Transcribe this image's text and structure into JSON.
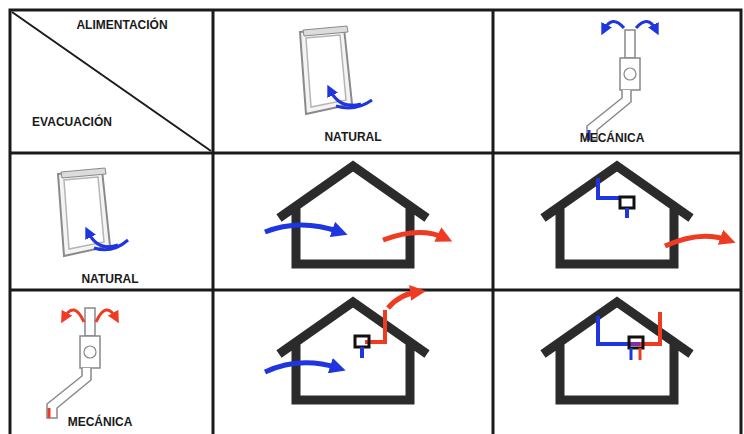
{
  "diagram": {
    "labels": [
      "ALIMENTACIÓN",
      "EVACUACIÓN",
      "NATURAL",
      "MECÁNICA",
      "NATURAL",
      "MECÁNICA"
    ]
  }
}
